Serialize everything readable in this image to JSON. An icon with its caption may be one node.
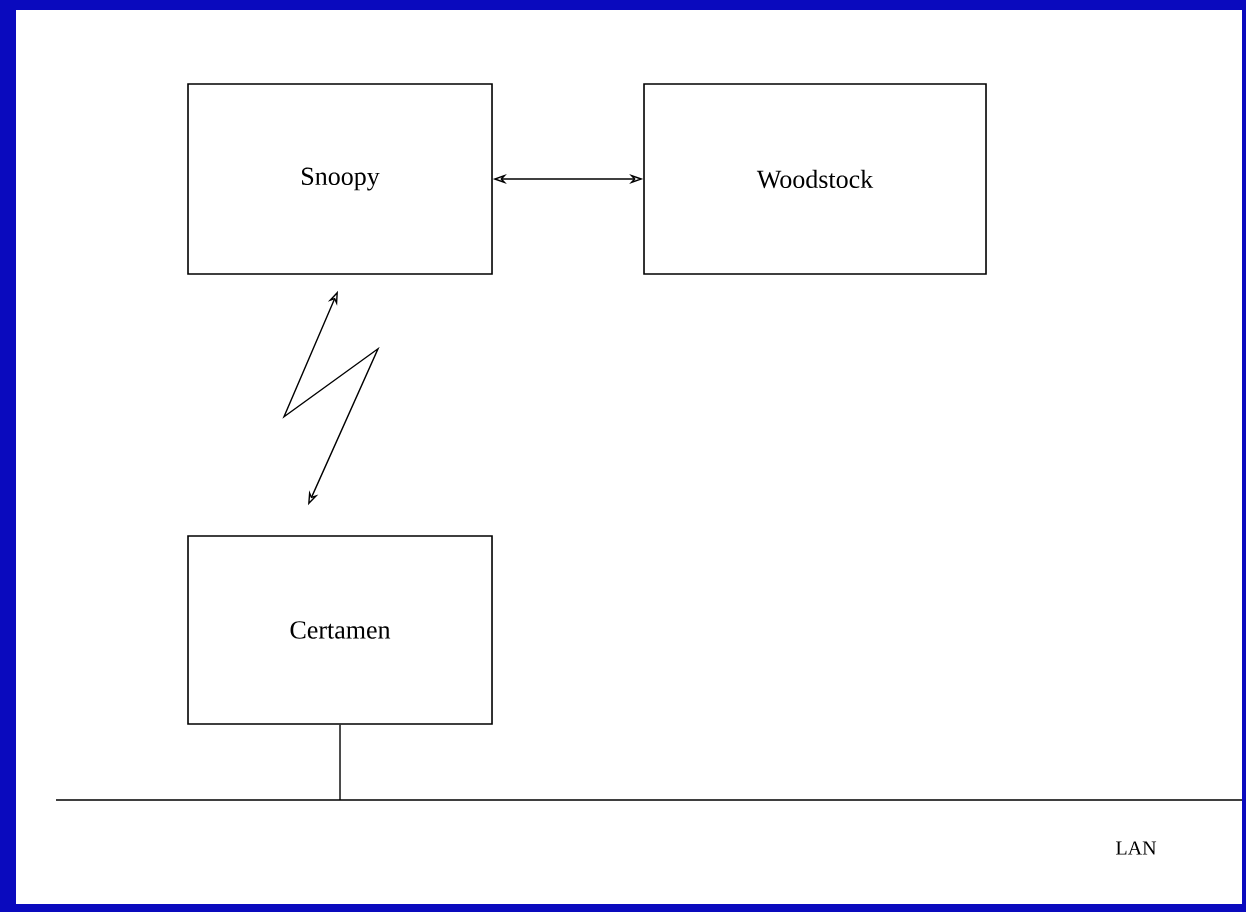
{
  "diagram": {
    "nodes": [
      {
        "text": [
          "Snoopy"
        ]
      },
      {
        "text": [
          "Woodstock"
        ]
      },
      {
        "text": [
          "Certamen"
        ]
      },
      {
        "text": [],
        "shape": "bar",
        "beside": [
          "LAN"
        ]
      }
    ],
    "edges": [
      {
        "from": 0,
        "to": 1,
        "arrow": "both"
      },
      {
        "from": 0,
        "to": 2,
        "arrow": "both"
      },
      {
        "from": 2,
        "to": 3,
        "arrow": "none"
      }
    ]
  }
}
